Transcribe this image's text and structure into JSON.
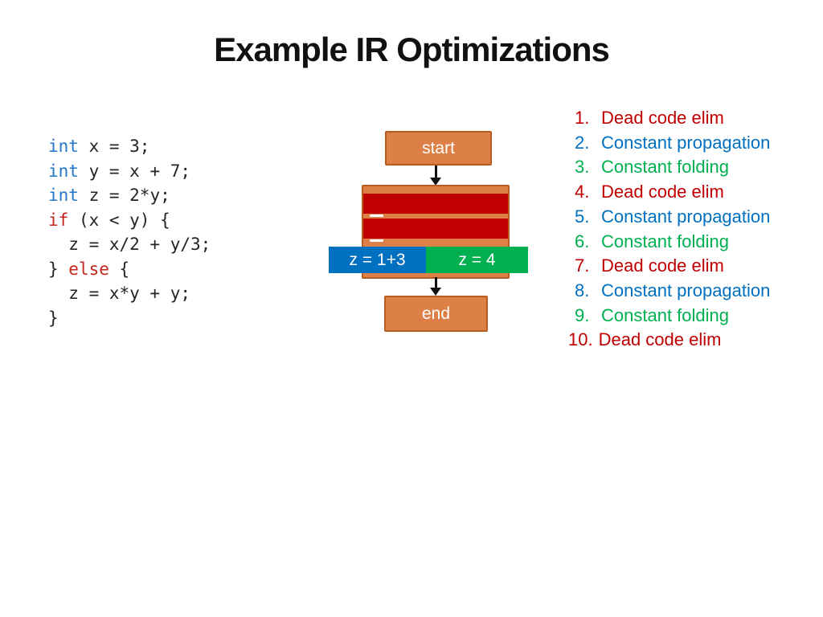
{
  "title": "Example IR Optimizations",
  "colors": {
    "red": "#C00000",
    "blue": "#0070C0",
    "green": "#00B050",
    "code_blue": "#2277C8",
    "code_red": "#C4261D",
    "code_text": "#242424",
    "orange_fill": "#DD8047",
    "orange_border": "#B85C22",
    "bar_red": "#C00000",
    "arrow_black": "#111111"
  },
  "code": {
    "lines": [
      {
        "segments": [
          {
            "text": "int",
            "color": "code_blue"
          },
          {
            "text": " x = 3;"
          }
        ]
      },
      {
        "segments": [
          {
            "text": "int",
            "color": "code_blue"
          },
          {
            "text": " y = x + 7;"
          }
        ]
      },
      {
        "segments": [
          {
            "text": "int",
            "color": "code_blue"
          },
          {
            "text": " z = 2*y;"
          }
        ]
      },
      {
        "segments": [
          {
            "text": "if",
            "color": "code_red"
          },
          {
            "text": " (x < y) {"
          }
        ]
      },
      {
        "segments": [
          {
            "text": "  z = x/2 + y/3;"
          }
        ]
      },
      {
        "segments": [
          {
            "text": "} "
          },
          {
            "text": "else",
            "color": "code_red"
          },
          {
            "text": " {"
          }
        ]
      },
      {
        "segments": [
          {
            "text": "  z = x*y + y;"
          }
        ]
      },
      {
        "segments": [
          {
            "text": "}"
          }
        ]
      }
    ]
  },
  "diagram": {
    "start_label": "start",
    "end_label": "end",
    "left_branch_label": "z = 1+3",
    "right_branch_label": "z = 4"
  },
  "optimizations": {
    "items": [
      {
        "num": "1.",
        "label": "Dead code elim",
        "color": "red"
      },
      {
        "num": "2.",
        "label": "Constant propagation",
        "color": "blue"
      },
      {
        "num": "3.",
        "label": "Constant folding",
        "color": "green"
      },
      {
        "num": "4.",
        "label": "Dead code elim",
        "color": "red"
      },
      {
        "num": "5.",
        "label": "Constant propagation",
        "color": "blue"
      },
      {
        "num": "6.",
        "label": "Constant folding",
        "color": "green"
      },
      {
        "num": "7.",
        "label": "Dead code elim",
        "color": "red"
      },
      {
        "num": "8.",
        "label": "Constant propagation",
        "color": "blue"
      },
      {
        "num": "9.",
        "label": "Constant folding",
        "color": "green"
      },
      {
        "num": "10.",
        "label": "Dead code elim",
        "color": "red"
      }
    ]
  }
}
